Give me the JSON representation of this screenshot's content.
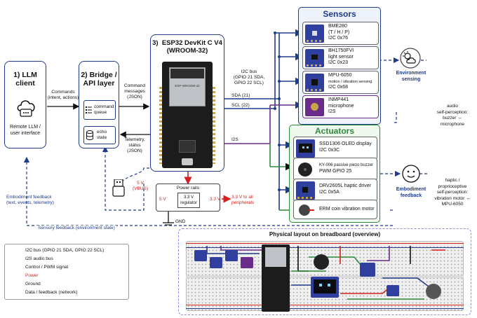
{
  "llm": {
    "title": "1) LLM\nclient",
    "caption": "Remote LLM /\nuser interface"
  },
  "bridge": {
    "title": "2) Bridge /\nAPI layer",
    "queue": "command\nqueue",
    "echo": "echo\nstate"
  },
  "esp": {
    "title": "3)  ESP32 DevKit C V4\n(WROOM-32)",
    "chip_label": "ESP-WROOM-32"
  },
  "links": {
    "commands": "Commands\n(intent, actions)",
    "command_messages": "Command\nmessages\n(JSON)",
    "telemetry": "Telemetry,\nstatus\n(JSON)",
    "i2c_bus": "I2C bus\n(GPIO 21 SDA,\nGPIO 22 SCL)",
    "sda": "SDA (21)",
    "scl": "SCL (22)",
    "i2s": "I2S",
    "vbus": "5 V\n(VBUS)",
    "gnd": "GND",
    "embodiment_feedback": "Embodiment feedback\n(text, events, telemetry)",
    "sensory_feedback": "Sensory feedback  (environment state)"
  },
  "power": {
    "title": "Power rails",
    "in": "5 V",
    "regulator": "3.3 V\nregulator",
    "out": "3.3 V",
    "to_all": "3.3 V to all\nperipherals"
  },
  "sensors": {
    "title": "Sensors",
    "items": [
      {
        "name": "BME280",
        "line2": "(T / H / P)",
        "line3": "I2C 0x76"
      },
      {
        "name": "BH1750FVI",
        "line2": "light sensor",
        "line3": "I2C 0x23"
      },
      {
        "name": "MPU-6050",
        "line2": "motion / vibration sensing",
        "line3": "I2C 0x68"
      },
      {
        "name": "INMP441",
        "line2": "microphone",
        "line3": "I2S"
      }
    ]
  },
  "actuators": {
    "title": "Actuators",
    "items": [
      {
        "name": "SSD1306 OLED display",
        "line2": "I2C 0x3C"
      },
      {
        "name": "KY-006 passive piezo buzzer",
        "line2": "PWM GPIO 25"
      },
      {
        "name": "DRV2605L haptic driver",
        "line2": "I2C 0x5A"
      },
      {
        "name": "ERM coin vibration motor",
        "line2": ""
      }
    ]
  },
  "right": {
    "env_sensing": "Environment\nsensing",
    "embodiment_feedback": "Embodiment\nfeedback",
    "audio_self": "audio\nself-perception:\nbuzzer ↔\nmicrophone",
    "haptic_self": "haptic /\nproprioceptive\nself-perception:\nvibration motor ↔\nMPU-6050"
  },
  "breadboard": {
    "title": "Physical layout on breadboard (overview)"
  },
  "legend": {
    "items": [
      {
        "label": "I2C bus (GPIO 21 SDA, GPIO 22 SCL)",
        "color": "#1f3b8a",
        "style": "solid"
      },
      {
        "label": "I2S audio bus",
        "color": "#6a2c8a",
        "style": "solid"
      },
      {
        "label": "Control / PWM signal",
        "color": "#2e8b3a",
        "style": "solid"
      },
      {
        "label": "Power",
        "color": "#d62020",
        "style": "solid"
      },
      {
        "label": "Ground",
        "color": "#111111",
        "style": "solid"
      },
      {
        "label": "Data / feedback (network)",
        "color": "#1f3b8a",
        "style": "dashed"
      }
    ]
  },
  "colors": {
    "i2c": "#1f3b8a",
    "i2s": "#6a2c8a",
    "pwm": "#2e8b3a",
    "power": "#d62020",
    "ground": "#111111",
    "sensors_bg": "#eef2fb",
    "actuators_bg": "#eef8ee",
    "breadboard_border": "#8a8fd8"
  }
}
